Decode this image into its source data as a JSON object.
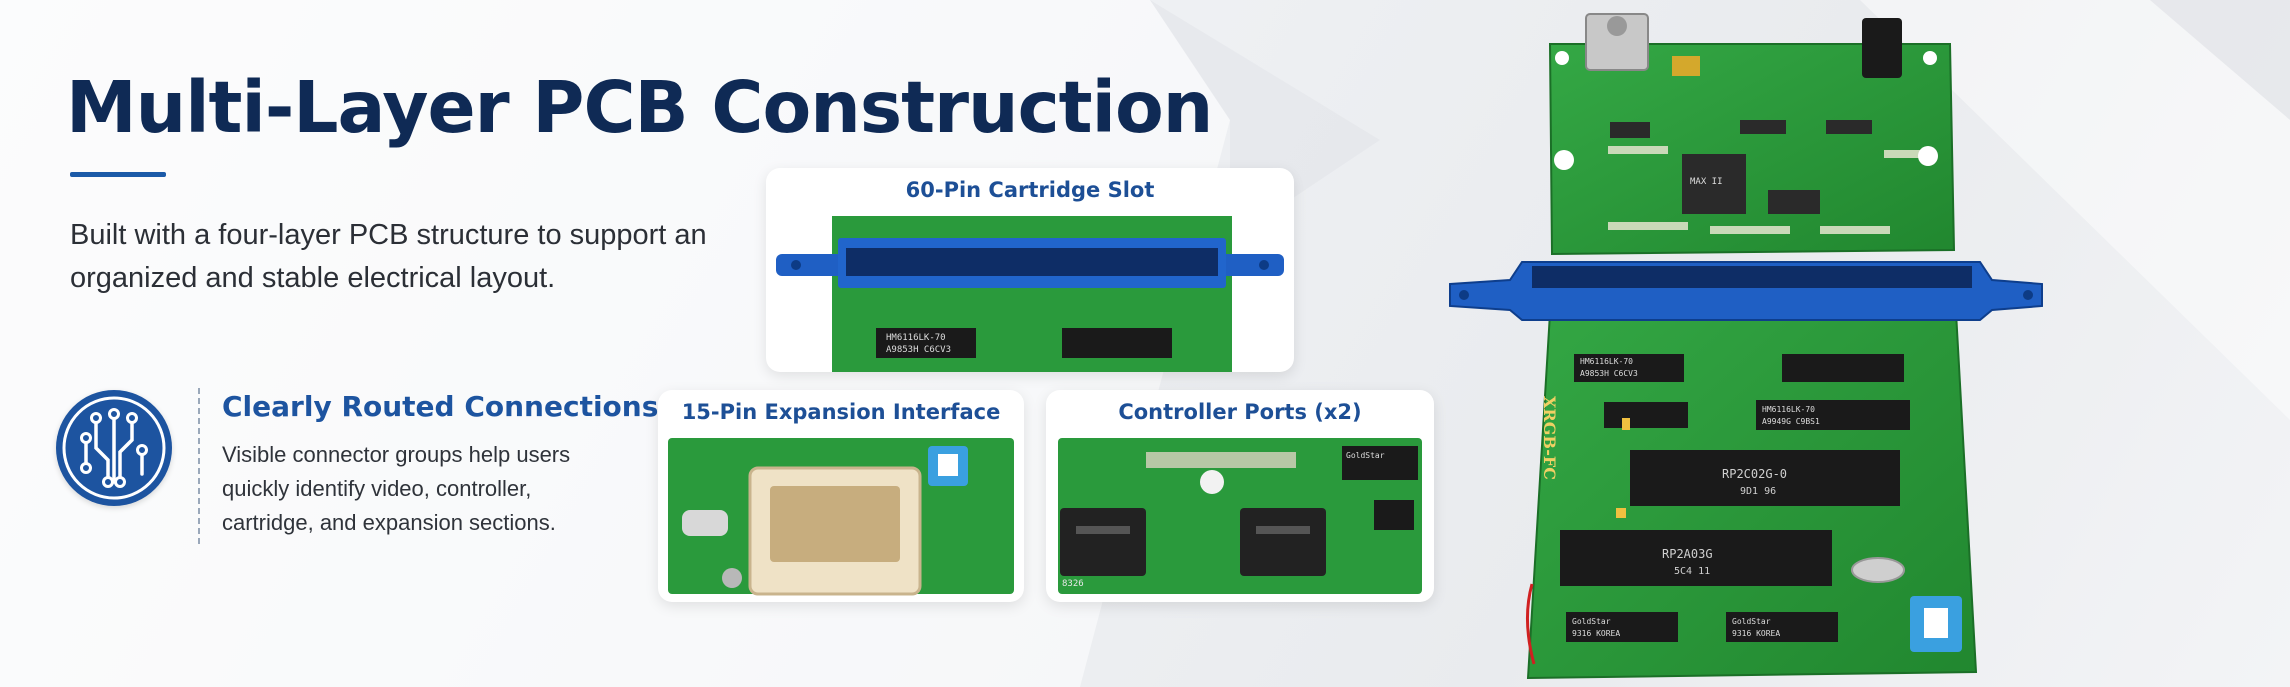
{
  "title": "Multi-Layer PCB Construction",
  "description": "Built with a four-layer PCB structure to support an organized and stable electrical layout.",
  "feature": {
    "icon": "circuit-icon",
    "title": "Clearly Routed Connections",
    "text": "Visible connector groups help users quickly identify video, controller, cartridge, and expansion sections."
  },
  "callouts": [
    {
      "label": "60-Pin Cartridge Slot"
    },
    {
      "label": "15-Pin Expansion Interface"
    },
    {
      "label": "Controller Ports (x2)"
    }
  ],
  "board": {
    "silkscreen": "XRGB-FC",
    "chips": {
      "ram_top": "HM6116LK-70",
      "ram_top_sub": "A9853H C6CV3",
      "ram_right": "HM6116LK-70",
      "ram_right_sub": "A9949G C9BS1",
      "ppu": "RP2C02G-0",
      "ppu_sub": "9D1 96",
      "cpu": "RP2A03G",
      "cpu_sub": "5C4 11",
      "logic_left": "GoldStar",
      "logic_left_sub": "9316 KOREA",
      "logic_right": "GoldStar",
      "logic_right_sub": "9316 KOREA",
      "fpga": "MAX II",
      "ram_small": "HM6116LK-70",
      "ram_small_sub": "A9853H C6CV3",
      "ctrl_chip": "GoldStar",
      "port_code": "8326"
    }
  },
  "colors": {
    "title": "#0f2a55",
    "accent": "#1d54a0",
    "pcb": "#2a9a3c",
    "slot": "#1f5fc4"
  }
}
